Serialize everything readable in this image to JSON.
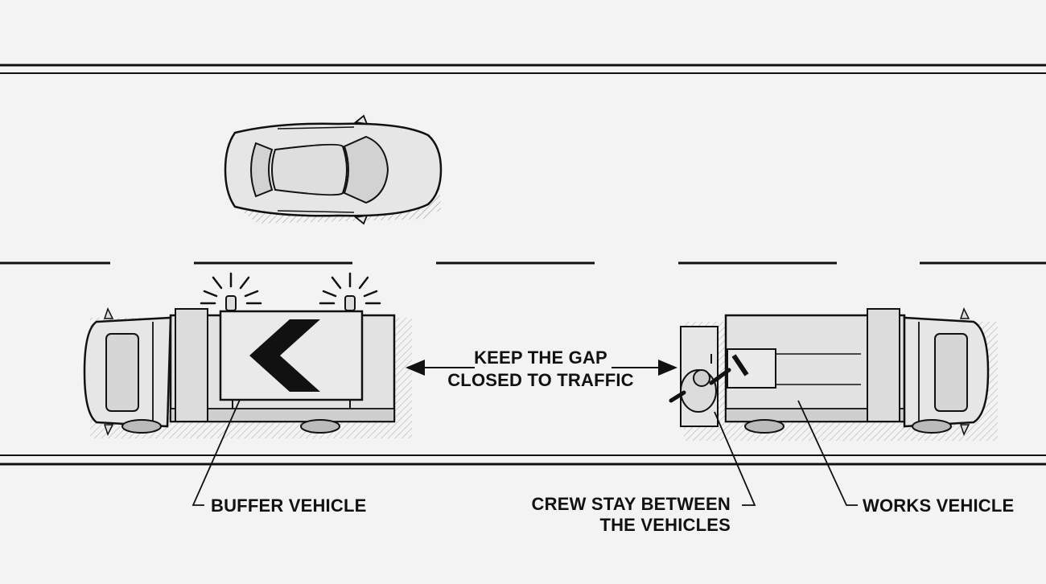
{
  "labels": {
    "gap_line1": "KEEP THE GAP",
    "gap_line2": "CLOSED TO TRAFFIC",
    "buffer_vehicle": "BUFFER VEHICLE",
    "crew_line1": "CREW STAY BETWEEN",
    "crew_line2": "THE VEHICLES",
    "works_vehicle": "WORKS VEHICLE"
  },
  "colors": {
    "ink": "#111111",
    "road": "#f3f3f3",
    "vehicle_body": "#e2e2e2",
    "vehicle_panel": "#d4d4d4",
    "arrow": "#111111"
  },
  "icons": [
    "chevron-left-arrow-sign",
    "warning-beacon",
    "worker",
    "car",
    "truck"
  ]
}
